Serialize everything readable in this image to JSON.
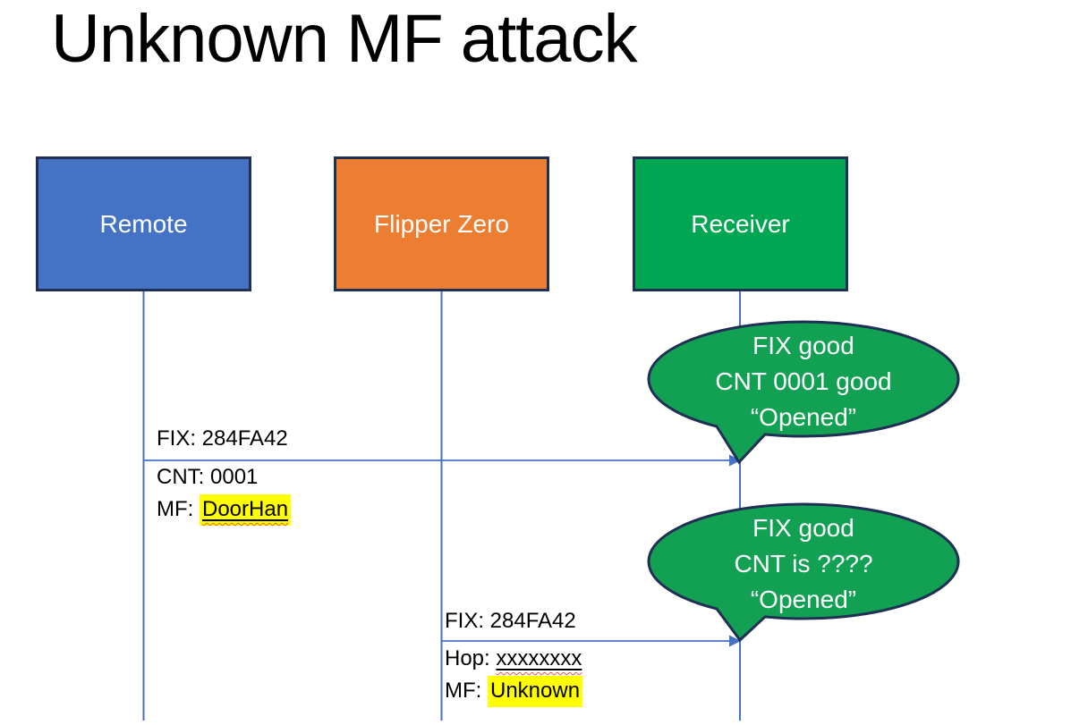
{
  "slide": {
    "title": "Unknown MF attack"
  },
  "actors": [
    {
      "label": "Remote"
    },
    {
      "label": "Flipper Zero"
    },
    {
      "label": "Receiver"
    }
  ],
  "message1": {
    "above_label": "FIX: 284FA42",
    "below_label_1": "CNT: 0001",
    "below_label_2_prefix": "MF: ",
    "below_label_2_value": "DoorHan"
  },
  "message2": {
    "above_label": "FIX: 284FA42",
    "below_label_1_prefix": "Hop: ",
    "below_label_1_value": "xxxxxxxx",
    "below_label_2_prefix": "MF: ",
    "below_label_2_value": "Unknown"
  },
  "bubble1": {
    "line1": "FIX good",
    "line2": "CNT 0001 good",
    "line3": "“Opened”"
  },
  "bubble2": {
    "line1": "FIX good",
    "line2": "CNT is ????",
    "line3": "“Opened”"
  },
  "colors": {
    "actor_remote_fill": "#4472C4",
    "actor_flipper_fill": "#ED7D31",
    "actor_receiver_fill": "#00A651",
    "shape_border": "#203055",
    "bubble_fill": "#12A152",
    "connector_blue": "#4472C4",
    "highlight_yellow": "#FFFF00",
    "spellcheck_red": "#E8543E",
    "text_dark": "#000000",
    "text_light": "#FFFFFF"
  }
}
